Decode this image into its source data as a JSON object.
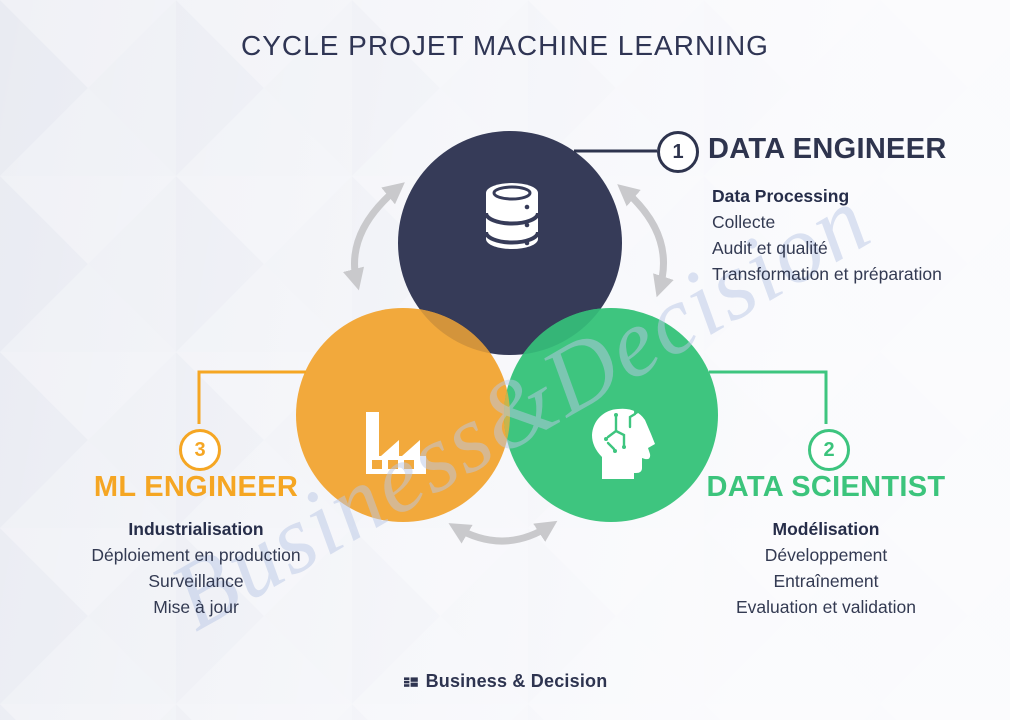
{
  "title": "CYCLE PROJET MACHINE LEARNING",
  "watermark_text": "Business&Decision",
  "colors": {
    "navy": "#363B58",
    "orange": "#F2A93C",
    "green": "#3EC57F",
    "lens_navy_orange": "#D3943B",
    "lens_navy_green": "#35B577",
    "lens_orange_green": "#C9B44B",
    "arrow_gray": "#C9C9CC",
    "text_dark": "#2E344E"
  },
  "roles": {
    "data_engineer": {
      "number": "1",
      "name": "DATA ENGINEER",
      "heading": "Data Processing",
      "items": [
        "Collecte",
        "Audit et qualité",
        "Transformation et préparation"
      ],
      "icon": "database-icon"
    },
    "data_scientist": {
      "number": "2",
      "name": "DATA SCIENTIST",
      "heading": "Modélisation",
      "items": [
        "Développement",
        "Entraînement",
        "Evaluation et validation"
      ],
      "icon": "brain-head-icon"
    },
    "ml_engineer": {
      "number": "3",
      "name": "ML ENGINEER",
      "heading": "Industrialisation",
      "items": [
        "Déploiement en production",
        "Surveillance",
        "Mise à jour"
      ],
      "icon": "factory-icon"
    }
  },
  "footer": {
    "logo_text": "Business & Decision"
  }
}
